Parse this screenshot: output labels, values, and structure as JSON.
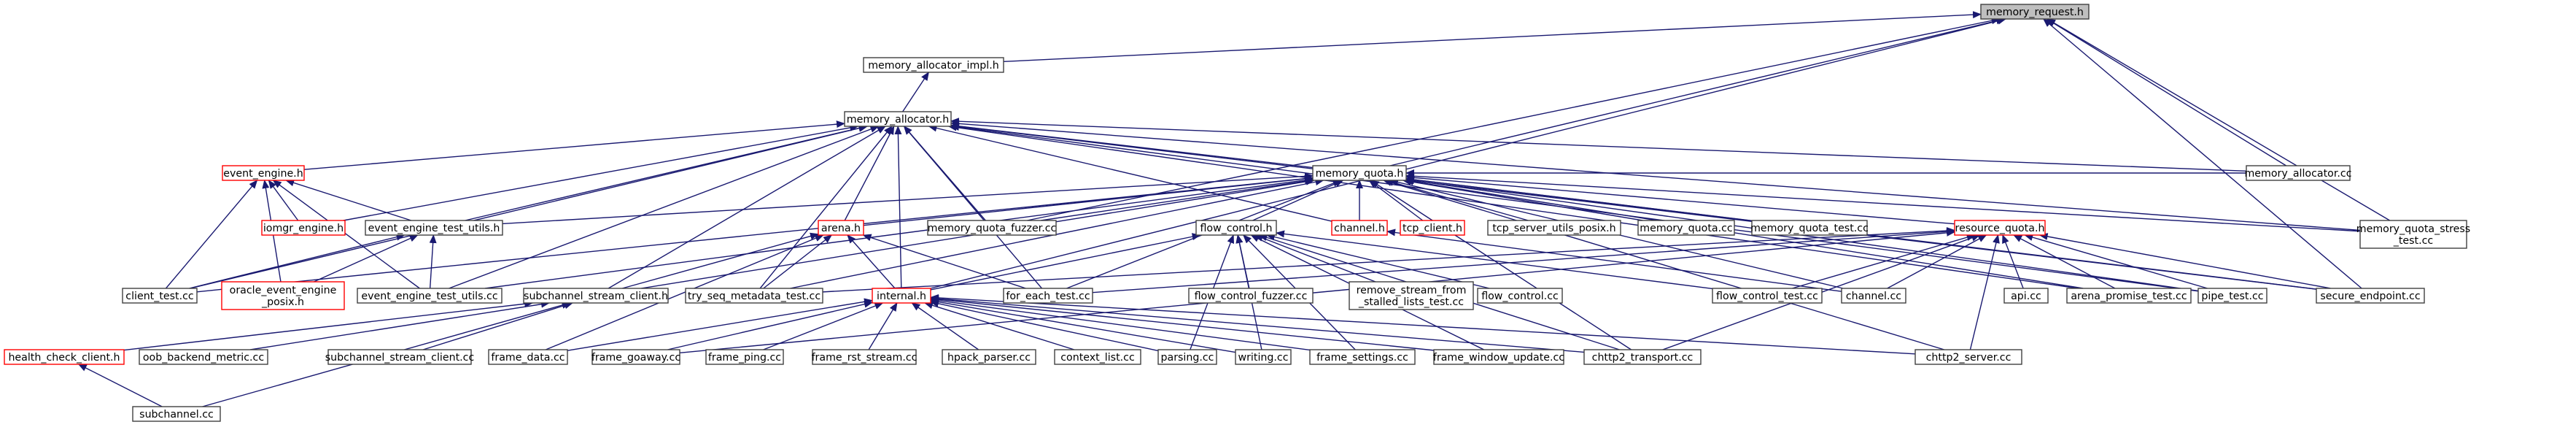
{
  "graph": {
    "type": "include-dependency-graph",
    "root": "memory_request.h",
    "colors": {
      "edge": "#191970",
      "root_fill": "#bfbfbf",
      "border": "#404040",
      "missing_border": "#ff0000"
    },
    "nodes": [
      {
        "id": "memory_request",
        "lines": [
          "memory_request.h"
        ],
        "style": "root"
      },
      {
        "id": "memory_allocator_impl",
        "lines": [
          "memory_allocator_impl.h"
        ],
        "style": "plain"
      },
      {
        "id": "memory_allocator",
        "lines": [
          "memory_allocator.h"
        ],
        "style": "plain"
      },
      {
        "id": "event_engine",
        "lines": [
          "event_engine.h"
        ],
        "style": "red"
      },
      {
        "id": "memory_quota",
        "lines": [
          "memory_quota.h"
        ],
        "style": "plain"
      },
      {
        "id": "memory_allocator_cc",
        "lines": [
          "memory_allocator.cc"
        ],
        "style": "plain"
      },
      {
        "id": "memory_quota_stress",
        "lines": [
          "memory_quota_stress",
          "_test.cc"
        ],
        "style": "plain"
      },
      {
        "id": "iomgr_engine",
        "lines": [
          "iomgr_engine.h"
        ],
        "style": "red"
      },
      {
        "id": "event_engine_test_utils_h",
        "lines": [
          "event_engine_test_utils.h"
        ],
        "style": "plain"
      },
      {
        "id": "arena",
        "lines": [
          "arena.h"
        ],
        "style": "red"
      },
      {
        "id": "memory_quota_fuzzer",
        "lines": [
          "memory_quota_fuzzer.cc"
        ],
        "style": "plain"
      },
      {
        "id": "flow_control",
        "lines": [
          "flow_control.h"
        ],
        "style": "plain"
      },
      {
        "id": "channel_h",
        "lines": [
          "channel.h"
        ],
        "style": "red"
      },
      {
        "id": "tcp_client",
        "lines": [
          "tcp_client.h"
        ],
        "style": "red"
      },
      {
        "id": "tcp_server_utils",
        "lines": [
          "tcp_server_utils_posix.h"
        ],
        "style": "plain"
      },
      {
        "id": "memory_quota_cc",
        "lines": [
          "memory_quota.cc"
        ],
        "style": "plain"
      },
      {
        "id": "memory_quota_test",
        "lines": [
          "memory_quota_test.cc"
        ],
        "style": "plain"
      },
      {
        "id": "resource_quota",
        "lines": [
          "resource_quota.h"
        ],
        "style": "red"
      },
      {
        "id": "client_test",
        "lines": [
          "client_test.cc"
        ],
        "style": "plain"
      },
      {
        "id": "oracle_event_engine",
        "lines": [
          "oracle_event_engine",
          "_posix.h"
        ],
        "style": "red"
      },
      {
        "id": "event_engine_test_utils_cc",
        "lines": [
          "event_engine_test_utils.cc"
        ],
        "style": "plain"
      },
      {
        "id": "subchannel_stream_client_h",
        "lines": [
          "subchannel_stream_client.h"
        ],
        "style": "plain"
      },
      {
        "id": "try_seq",
        "lines": [
          "try_seq_metadata_test.cc"
        ],
        "style": "plain"
      },
      {
        "id": "internal",
        "lines": [
          "internal.h"
        ],
        "style": "red"
      },
      {
        "id": "for_each",
        "lines": [
          "for_each_test.cc"
        ],
        "style": "plain"
      },
      {
        "id": "flow_control_fuzzer",
        "lines": [
          "flow_control_fuzzer.cc"
        ],
        "style": "plain"
      },
      {
        "id": "remove_stream",
        "lines": [
          "remove_stream_from",
          "_stalled_lists_test.cc"
        ],
        "style": "plain"
      },
      {
        "id": "flow_control_cc",
        "lines": [
          "flow_control.cc"
        ],
        "style": "plain"
      },
      {
        "id": "flow_control_test",
        "lines": [
          "flow_control_test.cc"
        ],
        "style": "plain"
      },
      {
        "id": "channel_cc",
        "lines": [
          "channel.cc"
        ],
        "style": "plain"
      },
      {
        "id": "api_cc",
        "lines": [
          "api.cc"
        ],
        "style": "plain"
      },
      {
        "id": "arena_promise_test",
        "lines": [
          "arena_promise_test.cc"
        ],
        "style": "plain"
      },
      {
        "id": "pipe_test",
        "lines": [
          "pipe_test.cc"
        ],
        "style": "plain"
      },
      {
        "id": "secure_endpoint",
        "lines": [
          "secure_endpoint.cc"
        ],
        "style": "plain"
      },
      {
        "id": "health_check_client",
        "lines": [
          "health_check_client.h"
        ],
        "style": "red"
      },
      {
        "id": "oob_backend_metric",
        "lines": [
          "oob_backend_metric.cc"
        ],
        "style": "plain"
      },
      {
        "id": "subchannel_stream_client_cc",
        "lines": [
          "subchannel_stream_client.cc"
        ],
        "style": "plain"
      },
      {
        "id": "frame_data",
        "lines": [
          "frame_data.cc"
        ],
        "style": "plain"
      },
      {
        "id": "frame_goaway",
        "lines": [
          "frame_goaway.cc"
        ],
        "style": "plain"
      },
      {
        "id": "frame_ping",
        "lines": [
          "frame_ping.cc"
        ],
        "style": "plain"
      },
      {
        "id": "frame_rst_stream",
        "lines": [
          "frame_rst_stream.cc"
        ],
        "style": "plain"
      },
      {
        "id": "hpack_parser",
        "lines": [
          "hpack_parser.cc"
        ],
        "style": "plain"
      },
      {
        "id": "context_list",
        "lines": [
          "context_list.cc"
        ],
        "style": "plain"
      },
      {
        "id": "parsing",
        "lines": [
          "parsing.cc"
        ],
        "style": "plain"
      },
      {
        "id": "writing",
        "lines": [
          "writing.cc"
        ],
        "style": "plain"
      },
      {
        "id": "frame_settings",
        "lines": [
          "frame_settings.cc"
        ],
        "style": "plain"
      },
      {
        "id": "frame_window_update",
        "lines": [
          "frame_window_update.cc"
        ],
        "style": "plain"
      },
      {
        "id": "chttp2_transport",
        "lines": [
          "chttp2_transport.cc"
        ],
        "style": "plain"
      },
      {
        "id": "chttp2_server",
        "lines": [
          "chttp2_server.cc"
        ],
        "style": "plain"
      },
      {
        "id": "subchannel_cc",
        "lines": [
          "subchannel.cc"
        ],
        "style": "plain"
      }
    ],
    "edges": [
      [
        "memory_allocator_impl",
        "memory_request"
      ],
      [
        "memory_allocator",
        "memory_allocator_impl"
      ],
      [
        "memory_quota",
        "memory_request"
      ],
      [
        "memory_quota_fuzzer",
        "memory_request"
      ],
      [
        "memory_allocator_cc",
        "memory_request"
      ],
      [
        "memory_quota_stress",
        "memory_request"
      ],
      [
        "secure_endpoint",
        "memory_request"
      ],
      [
        "internal",
        "memory_request"
      ],
      [
        "event_engine",
        "memory_allocator"
      ],
      [
        "memory_quota",
        "memory_allocator"
      ],
      [
        "memory_allocator_cc",
        "memory_allocator"
      ],
      [
        "memory_quota_stress",
        "memory_allocator"
      ],
      [
        "iomgr_engine",
        "memory_allocator"
      ],
      [
        "event_engine_test_utils_h",
        "memory_allocator"
      ],
      [
        "arena",
        "memory_allocator"
      ],
      [
        "memory_quota_fuzzer",
        "memory_allocator"
      ],
      [
        "channel_h",
        "memory_allocator"
      ],
      [
        "client_test",
        "memory_allocator"
      ],
      [
        "event_engine_test_utils_cc",
        "memory_allocator"
      ],
      [
        "subchannel_stream_client_h",
        "memory_allocator"
      ],
      [
        "try_seq",
        "memory_allocator"
      ],
      [
        "internal",
        "memory_allocator"
      ],
      [
        "for_each",
        "memory_allocator"
      ],
      [
        "pipe_test",
        "memory_allocator"
      ],
      [
        "secure_endpoint",
        "memory_allocator"
      ],
      [
        "arena_promise_test",
        "memory_allocator"
      ],
      [
        "iomgr_engine",
        "event_engine"
      ],
      [
        "event_engine_test_utils_h",
        "event_engine"
      ],
      [
        "client_test",
        "event_engine"
      ],
      [
        "oracle_event_engine",
        "event_engine"
      ],
      [
        "event_engine_test_utils_cc",
        "event_engine"
      ],
      [
        "memory_allocator_cc",
        "memory_quota"
      ],
      [
        "memory_quota_stress",
        "memory_quota"
      ],
      [
        "arena",
        "memory_quota"
      ],
      [
        "memory_quota_fuzzer",
        "memory_quota"
      ],
      [
        "flow_control",
        "memory_quota"
      ],
      [
        "channel_h",
        "memory_quota"
      ],
      [
        "tcp_client",
        "memory_quota"
      ],
      [
        "tcp_server_utils",
        "memory_quota"
      ],
      [
        "memory_quota_cc",
        "memory_quota"
      ],
      [
        "memory_quota_test",
        "memory_quota"
      ],
      [
        "resource_quota",
        "memory_quota"
      ],
      [
        "event_engine_test_utils_h",
        "memory_quota"
      ],
      [
        "event_engine_test_utils_cc",
        "memory_quota"
      ],
      [
        "subchannel_stream_client_h",
        "memory_quota"
      ],
      [
        "try_seq",
        "memory_quota"
      ],
      [
        "for_each",
        "memory_quota"
      ],
      [
        "chttp2_transport",
        "memory_quota"
      ],
      [
        "channel_cc",
        "memory_quota"
      ],
      [
        "arena_promise_test",
        "memory_quota"
      ],
      [
        "pipe_test",
        "memory_quota"
      ],
      [
        "secure_endpoint",
        "memory_quota"
      ],
      [
        "chttp2_server",
        "memory_quota"
      ],
      [
        "client_test",
        "memory_quota"
      ],
      [
        "oracle_event_engine",
        "event_engine_test_utils_h"
      ],
      [
        "event_engine_test_utils_cc",
        "event_engine_test_utils_h"
      ],
      [
        "client_test",
        "event_engine_test_utils_h"
      ],
      [
        "subchannel_stream_client_h",
        "arena"
      ],
      [
        "try_seq",
        "arena"
      ],
      [
        "internal",
        "arena"
      ],
      [
        "for_each",
        "arena"
      ],
      [
        "frame_data",
        "arena"
      ],
      [
        "internal",
        "flow_control"
      ],
      [
        "flow_control_fuzzer",
        "flow_control"
      ],
      [
        "remove_stream",
        "flow_control"
      ],
      [
        "flow_control_cc",
        "flow_control"
      ],
      [
        "flow_control_test",
        "flow_control"
      ],
      [
        "parsing",
        "flow_control"
      ],
      [
        "writing",
        "flow_control"
      ],
      [
        "frame_settings",
        "flow_control"
      ],
      [
        "frame_window_update",
        "flow_control"
      ],
      [
        "chttp2_transport",
        "flow_control"
      ],
      [
        "channel_cc",
        "channel_h"
      ],
      [
        "api_cc",
        "resource_quota"
      ],
      [
        "channel_cc",
        "resource_quota"
      ],
      [
        "arena_promise_test",
        "resource_quota"
      ],
      [
        "pipe_test",
        "resource_quota"
      ],
      [
        "secure_endpoint",
        "resource_quota"
      ],
      [
        "chttp2_server",
        "resource_quota"
      ],
      [
        "chttp2_transport",
        "resource_quota"
      ],
      [
        "flow_control_test",
        "resource_quota"
      ],
      [
        "for_each",
        "resource_quota"
      ],
      [
        "try_seq",
        "resource_quota"
      ],
      [
        "frame_goaway",
        "resource_quota"
      ],
      [
        "health_check_client",
        "subchannel_stream_client_h"
      ],
      [
        "oob_backend_metric",
        "subchannel_stream_client_h"
      ],
      [
        "subchannel_stream_client_cc",
        "subchannel_stream_client_h"
      ],
      [
        "subchannel_cc",
        "subchannel_stream_client_h"
      ],
      [
        "frame_data",
        "internal"
      ],
      [
        "frame_goaway",
        "internal"
      ],
      [
        "frame_ping",
        "internal"
      ],
      [
        "frame_rst_stream",
        "internal"
      ],
      [
        "hpack_parser",
        "internal"
      ],
      [
        "context_list",
        "internal"
      ],
      [
        "parsing",
        "internal"
      ],
      [
        "writing",
        "internal"
      ],
      [
        "frame_settings",
        "internal"
      ],
      [
        "frame_window_update",
        "internal"
      ],
      [
        "chttp2_transport",
        "internal"
      ],
      [
        "chttp2_server",
        "internal"
      ],
      [
        "subchannel_cc",
        "health_check_client"
      ]
    ]
  }
}
